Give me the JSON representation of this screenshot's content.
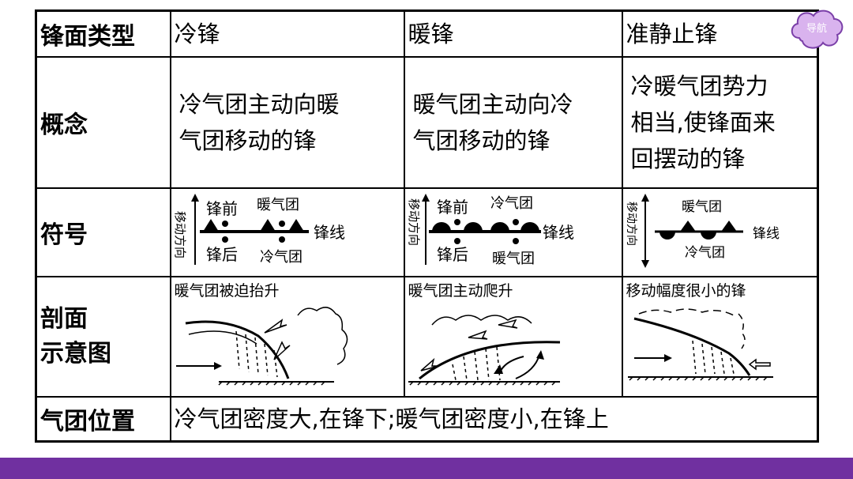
{
  "nav_label": "导航",
  "headers": {
    "type": "锋面类型",
    "cold": "冷锋",
    "warm": "暖锋",
    "stationary": "准静止锋"
  },
  "row_labels": {
    "concept": "概念",
    "symbol": "符号",
    "section_line1": "剖面",
    "section_line2": "示意图",
    "position": "气团位置"
  },
  "concepts": {
    "cold_line1": "冷气团主动向暖",
    "cold_line2": "气团移动的锋",
    "warm_line1": "暖气团主动向冷",
    "warm_line2": "气团移动的锋",
    "stationary_line1": "冷暖气团势力",
    "stationary_line2": "相当,使锋面来",
    "stationary_line3": "回摆动的锋"
  },
  "symbols": {
    "cold": {
      "direction": "移动方向",
      "front": "锋前",
      "back": "锋后",
      "top_mass": "暖气团",
      "bottom_mass": "冷气团",
      "line": "锋线"
    },
    "warm": {
      "direction": "移动方向",
      "front": "锋前",
      "back": "锋后",
      "top_mass": "冷气团",
      "bottom_mass": "暖气团",
      "line": "锋线"
    },
    "stationary": {
      "direction": "移动方向",
      "top_mass": "暖气团",
      "bottom_mass": "冷气团",
      "line": "锋线"
    }
  },
  "sections": {
    "cold": "暖气团被迫抬升",
    "warm": "暖气团主动爬升",
    "stationary": "移动幅度很小的锋"
  },
  "position_text": "冷气团密度大,在锋下;暖气团密度小,在锋上"
}
